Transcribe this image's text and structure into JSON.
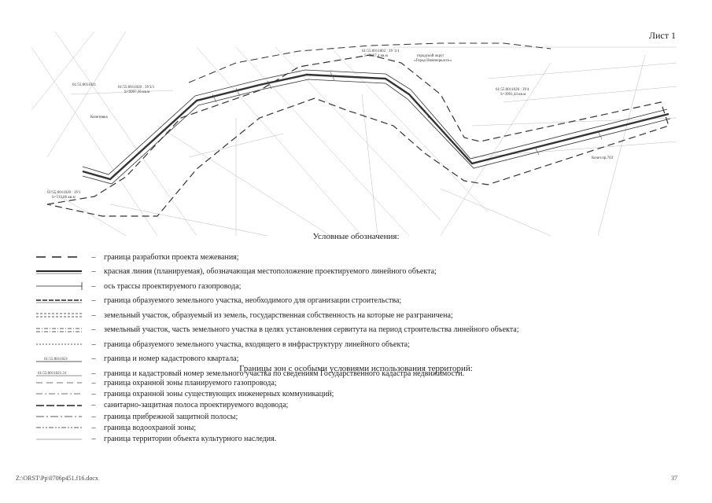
{
  "sheet": {
    "label": "Лист 1"
  },
  "map": {
    "labels": {
      "block1": "61:55:0011802 : ЗУ 3/1",
      "block1_area": "S=3067,4 кв.м",
      "district": "городской округ",
      "city": "«Город Новочеркасск»",
      "block2": "61:55:0011020 : ЗУ3/1",
      "block2_area": "S=9997,36 кв.м",
      "block3": "61:55:0011026 : ЗУ4",
      "block3_area": "S=3991,44 кв.м",
      "block4": "61:55:0011020 : ЗУ1",
      "block4_area": "S=113,86 кв.м",
      "cadastre1": "61:55:0011021",
      "road": "Кочетовка",
      "note": "Кочет.пр.703"
    }
  },
  "legend": {
    "title": "Условные обозначения:",
    "items": [
      {
        "text": "граница  разработки проекта межевания;"
      },
      {
        "text": "красная линия (планируемая), обозначающая местоположение проектируемого линейного объекта;"
      },
      {
        "text": "ось трассы проектируемого газопровода;"
      },
      {
        "text": "граница образуемого земельного участка, необходимого для организации строительства;"
      },
      {
        "text": "земельный участок, образуемый из земель, государственная собственность на которые не разграничена;"
      },
      {
        "text": "земельный участок, часть земельного участка в целях установления сервитута на период строительства линейного объекта;"
      },
      {
        "text": "граница образуемого земельного участка, входящего в инфраструктуру линейного объекта;"
      },
      {
        "text": "граница и номер кадастрового квартала;",
        "sym_label": "61:55:0011021"
      },
      {
        "text": "граница и кадастровый номер  земельного участка по сведениям Государственного кадастра недвижимости.",
        "sym_label": "61:55:0011021:31"
      }
    ],
    "dash": "–"
  },
  "zones": {
    "title": "Границы зон с особыми условиями использования территорий:",
    "items": [
      {
        "text": "граница охранной зоны планируемого газопровода;"
      },
      {
        "text": "граница охранной зоны существующих инженерных коммуникаций;"
      },
      {
        "text": "санитарно-защитная полоса проектируемого водовода;"
      },
      {
        "text": "граница прибрежной защитной полосы;"
      },
      {
        "text": "граница водоохраной зоны;"
      },
      {
        "text": "граница территории объекта культурного наследия."
      }
    ]
  },
  "footer": {
    "file": "Z:\\ORST\\Pp\\0706p451.f16.docx",
    "page": "37"
  }
}
